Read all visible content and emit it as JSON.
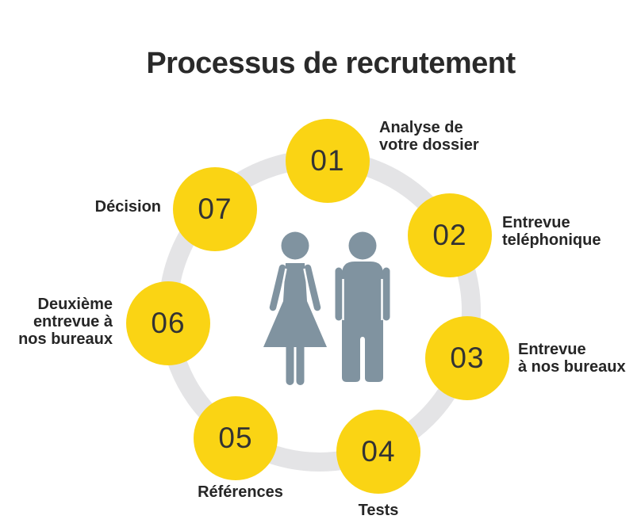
{
  "title": "Processus de recrutement",
  "colors": {
    "accent_yellow": "#FAD414",
    "ring_gray": "#E4E4E6",
    "figure_slate": "#8093A0",
    "text_dark": "#2A2A2A"
  },
  "center_icon": "man-woman-silhouette-icon",
  "steps": [
    {
      "number": "01",
      "label": "Analyse de\nvotre dossier"
    },
    {
      "number": "02",
      "label": "Entrevue\nteléphonique"
    },
    {
      "number": "03",
      "label": "Entrevue\nà nos bureaux"
    },
    {
      "number": "04",
      "label": "Tests"
    },
    {
      "number": "05",
      "label": "Références"
    },
    {
      "number": "06",
      "label": "Deuxième\nentrevue à\nnos bureaux"
    },
    {
      "number": "07",
      "label": "Décision"
    }
  ]
}
